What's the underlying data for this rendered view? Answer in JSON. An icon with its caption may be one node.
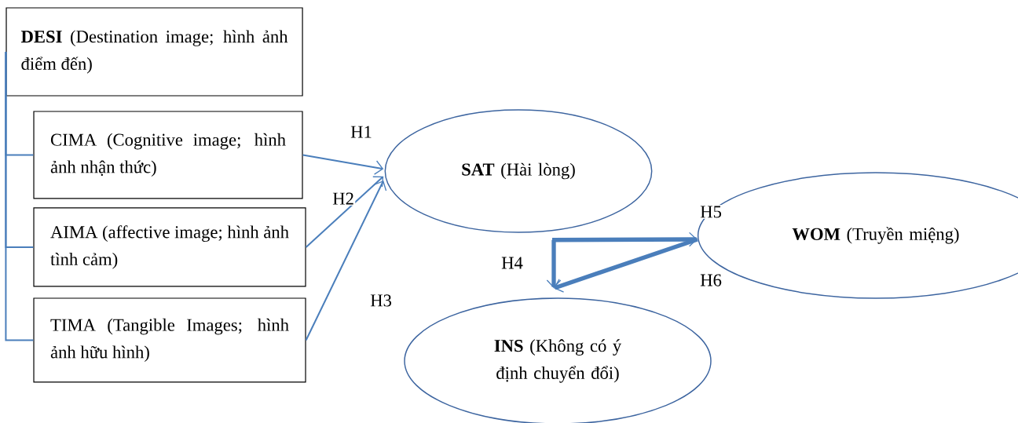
{
  "diagram": {
    "nodes": [
      {
        "text": [
          "**DESI** (Destination image; hình ảnh điểm đến)"
        ]
      },
      {
        "text": [
          "CIMA (Cognitive image; hình ảnh nhận thức)"
        ]
      },
      {
        "text": [
          "AIMA (affective image; hình ảnh tình cảm)"
        ]
      },
      {
        "text": [
          "TIMA (Tangible Images; hình ảnh hữu hình)"
        ]
      },
      {
        "text": [
          "**SAT** (Hài lòng)"
        ]
      },
      {
        "text": [
          "**WOM** (Truyền miệng)"
        ]
      },
      {
        "text": [
          "**INS** (Không có ý định chuyển đổi)"
        ]
      }
    ],
    "edges": [
      {
        "from": 0,
        "to": 1,
        "arrow": "none"
      },
      {
        "from": 0,
        "to": 2,
        "arrow": "none"
      },
      {
        "from": 0,
        "to": 3,
        "arrow": "none"
      },
      {
        "from": 1,
        "to": 4,
        "arrow": "to",
        "label": "H1"
      },
      {
        "from": 2,
        "to": 4,
        "arrow": "to",
        "label": "H2"
      },
      {
        "from": 3,
        "to": 4,
        "arrow": "to",
        "label": "H3"
      },
      {
        "from": 4,
        "to": 6,
        "arrow": "to",
        "label": "H4",
        "style": "thick"
      },
      {
        "from": 4,
        "to": 5,
        "arrow": "to",
        "label": "H5",
        "style": "thick"
      },
      {
        "from": 5,
        "to": 6,
        "arrow": "to",
        "label": "H6",
        "style": "thick"
      }
    ]
  }
}
